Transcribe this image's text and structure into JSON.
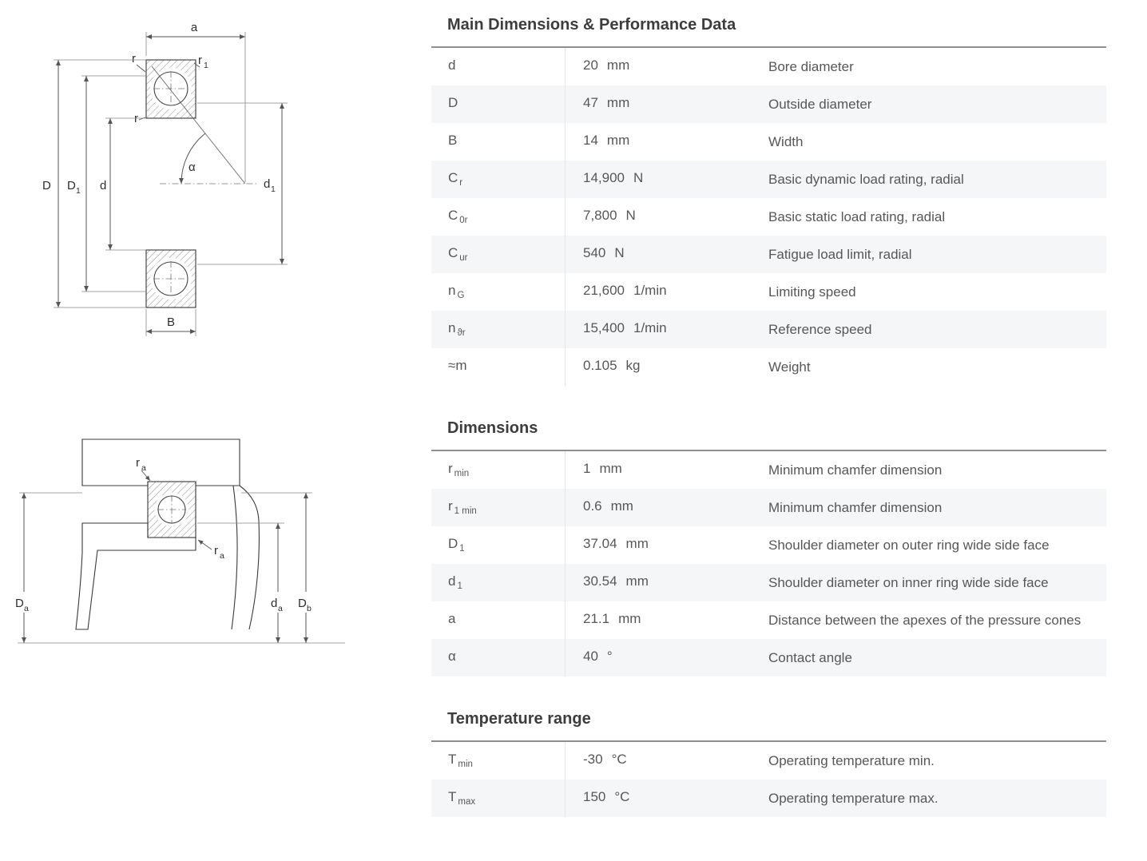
{
  "colors": {
    "row_stripe": "#f4f6f8",
    "table_rule": "#8f8f8f",
    "body_text": "#575757",
    "title_text": "#3d3d3d",
    "diagram_line": "#555555"
  },
  "sections": {
    "main": {
      "title": "Main Dimensions & Performance Data",
      "rows": [
        {
          "base": "d",
          "sub": "",
          "value": "20",
          "unit": "mm",
          "desc": "Bore diameter"
        },
        {
          "base": "D",
          "sub": "",
          "value": "47",
          "unit": "mm",
          "desc": "Outside diameter"
        },
        {
          "base": "B",
          "sub": "",
          "value": "14",
          "unit": "mm",
          "desc": "Width"
        },
        {
          "base": "C",
          "sub": "r",
          "value": "14,900",
          "unit": "N",
          "desc": "Basic dynamic load rating, radial"
        },
        {
          "base": "C",
          "sub": "0r",
          "value": "7,800",
          "unit": "N",
          "desc": "Basic static load rating, radial"
        },
        {
          "base": "C",
          "sub": "ur",
          "value": "540",
          "unit": "N",
          "desc": "Fatigue load limit, radial"
        },
        {
          "base": "n",
          "sub": "G",
          "value": "21,600",
          "unit": "1/min",
          "desc": "Limiting speed"
        },
        {
          "base": "n",
          "sub": "ϑr",
          "value": "15,400",
          "unit": "1/min",
          "desc": "Reference speed"
        },
        {
          "base": "≈m",
          "sub": "",
          "value": "0.105",
          "unit": "kg",
          "desc": "Weight"
        }
      ]
    },
    "dimensions": {
      "title": "Dimensions",
      "rows": [
        {
          "base": "r",
          "sub": "min",
          "value": "1",
          "unit": "mm",
          "desc": "Minimum chamfer dimension"
        },
        {
          "base": "r",
          "sub": "1 min",
          "value": "0.6",
          "unit": "mm",
          "desc": "Minimum chamfer dimension"
        },
        {
          "base": "D",
          "sub": "1",
          "value": "37.04",
          "unit": "mm",
          "desc": "Shoulder diameter on outer ring wide side face"
        },
        {
          "base": "d",
          "sub": "1",
          "value": "30.54",
          "unit": "mm",
          "desc": "Shoulder diameter on inner ring wide side face"
        },
        {
          "base": "a",
          "sub": "",
          "value": "21.1",
          "unit": "mm",
          "desc": "Distance between the apexes of the pressure cones"
        },
        {
          "base": "α",
          "sub": "",
          "value": "40",
          "unit": "°",
          "desc": "Contact angle"
        }
      ]
    },
    "temperature": {
      "title": "Temperature range",
      "rows": [
        {
          "base": "T",
          "sub": "min",
          "value": "-30",
          "unit": "°C",
          "desc": "Operating temperature min."
        },
        {
          "base": "T",
          "sub": "max",
          "value": "150",
          "unit": "°C",
          "desc": "Operating temperature max."
        }
      ]
    }
  },
  "diagram_top": {
    "labels": {
      "a": "a",
      "r_top": "r",
      "r1_base": "r",
      "r1_sub": "1",
      "r_inner": "r",
      "alpha": "α",
      "D": "D",
      "D1_base": "D",
      "D1_sub": "1",
      "d": "d",
      "d1_base": "d",
      "d1_sub": "1",
      "B": "B"
    }
  },
  "diagram_bottom": {
    "labels": {
      "ra_base": "r",
      "ra_sub": "a",
      "Da_base": "D",
      "Da_sub": "a",
      "da_base": "d",
      "da_sub": "a",
      "Db_base": "D",
      "Db_sub": "b"
    }
  }
}
